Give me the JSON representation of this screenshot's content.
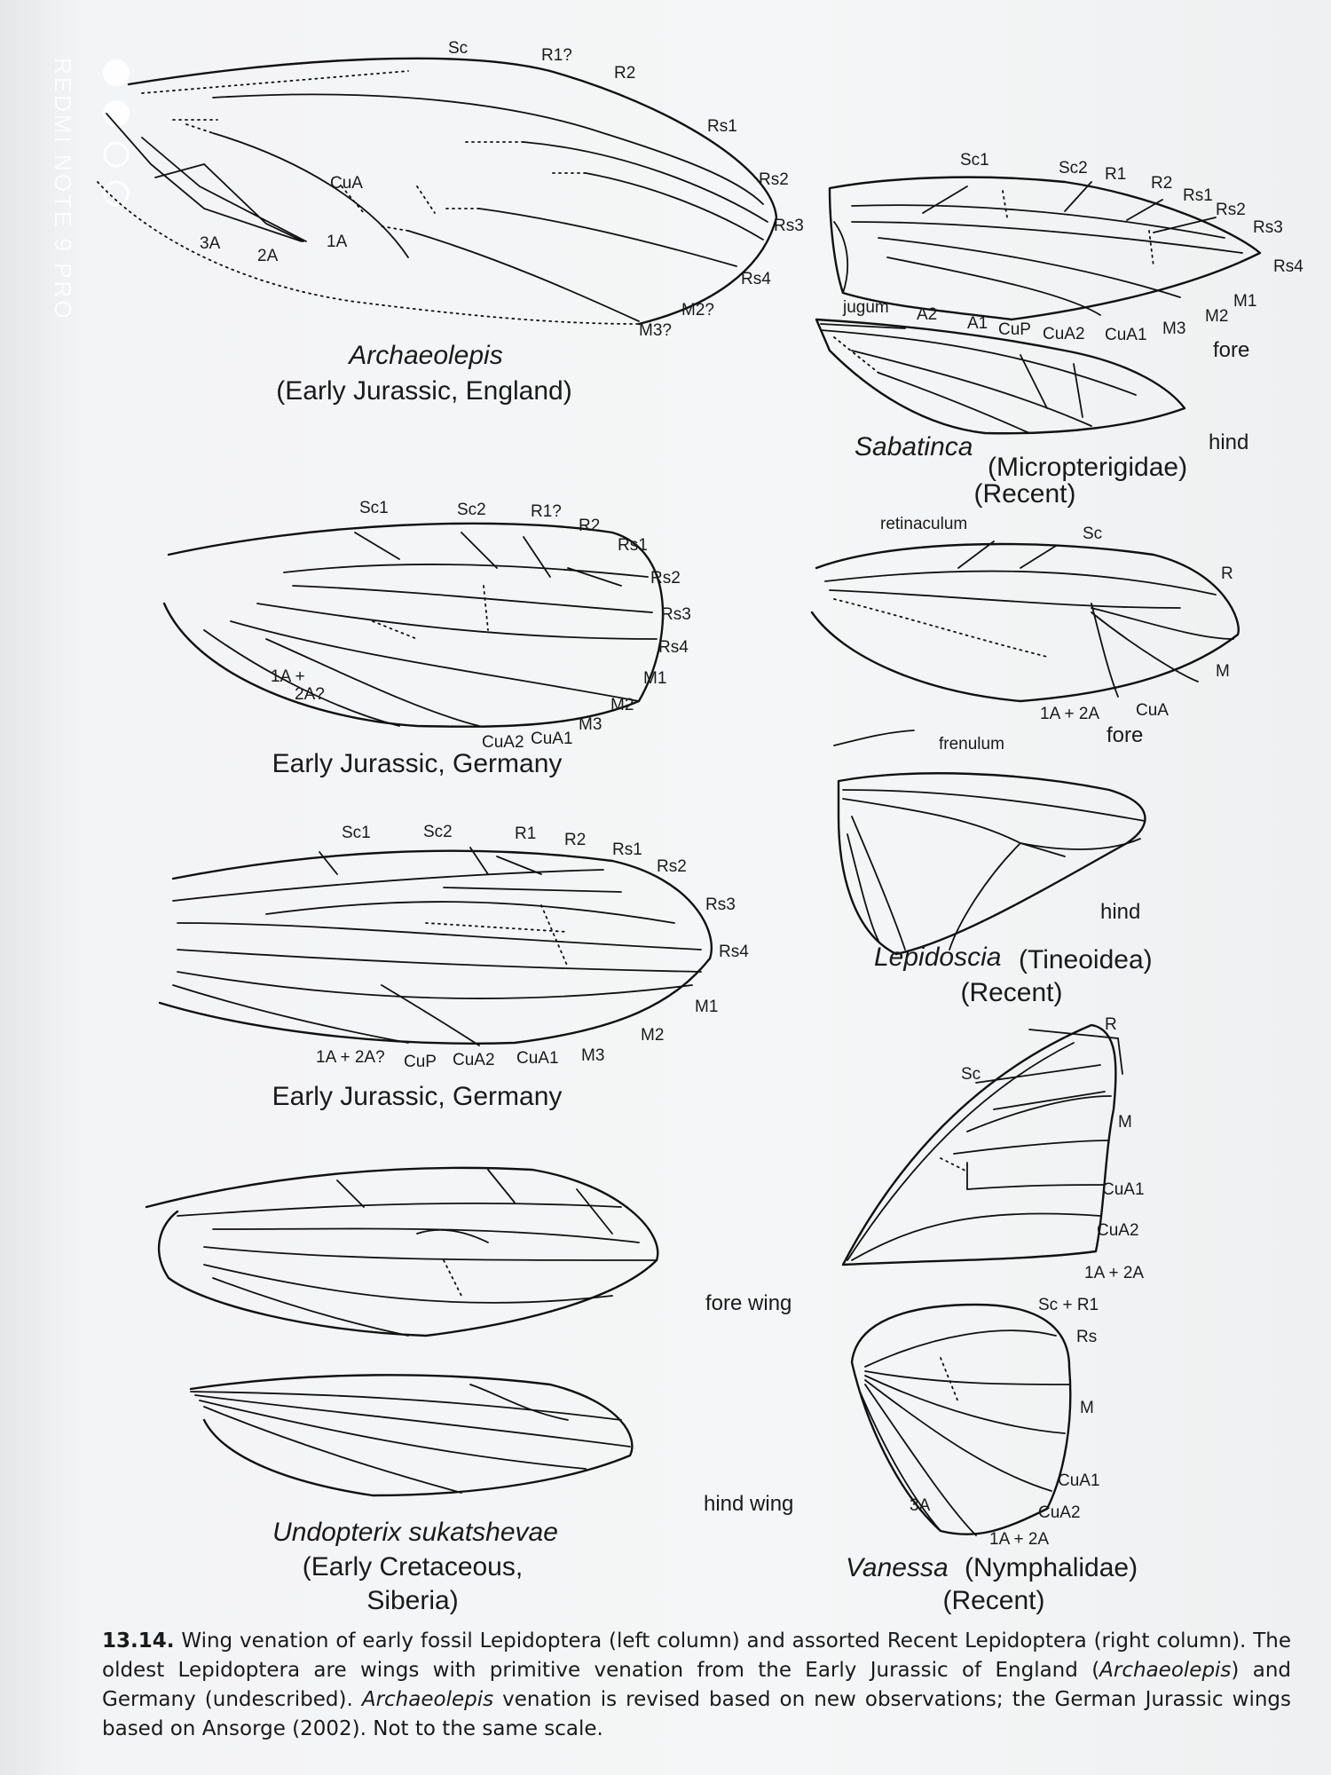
{
  "watermark": "REDMI NOTE 9 PRO",
  "wings": {
    "archaeolepis": {
      "labels": [
        "Sc",
        "R1?",
        "R2",
        "Rs1",
        "Rs2",
        "Rs3",
        "Rs4",
        "M2?",
        "M3?",
        "CuA",
        "1A",
        "2A",
        "3A"
      ],
      "title": "Archaeolepis",
      "subtitle": "(Early Jurassic, England)"
    },
    "sabatinca": {
      "labels": [
        "Sc1",
        "Sc2",
        "R1",
        "R2",
        "Rs1",
        "Rs2",
        "Rs3",
        "Rs4",
        "M1",
        "M2",
        "M3",
        "CuA1",
        "CuA2",
        "CuP",
        "A1",
        "A2",
        "jugum"
      ],
      "fore": "fore",
      "hind": "hind",
      "title": "Sabatinca",
      "title_rest": "(Micropterigidae)",
      "subtitle": "(Recent)"
    },
    "germany1": {
      "labels": [
        "Sc1",
        "Sc2",
        "R1?",
        "R2",
        "Rs1",
        "Rs2",
        "Rs3",
        "Rs4",
        "M1",
        "M2",
        "M3",
        "CuA1",
        "CuA2",
        "1A +",
        "2A?"
      ],
      "title": "Early Jurassic, Germany"
    },
    "lepidoscia": {
      "labels": [
        "retinaculum",
        "Sc",
        "R",
        "M",
        "CuA",
        "1A + 2A",
        "frenulum"
      ],
      "fore": "fore",
      "hind": "hind",
      "title": "Lepidoscia",
      "title_rest": "(Tineoidea)",
      "subtitle": "(Recent)"
    },
    "germany2": {
      "labels": [
        "Sc1",
        "Sc2",
        "R1",
        "R2",
        "Rs1",
        "Rs2",
        "Rs3",
        "Rs4",
        "M1",
        "M2",
        "M3",
        "CuA1",
        "CuA2",
        "CuP",
        "1A + 2A?"
      ],
      "title": "Early Jurassic, Germany"
    },
    "undopterix": {
      "fore_wing": "fore wing",
      "hind_wing": "hind wing",
      "title": "Undopterix sukatshevae",
      "subtitle1": "(Early Cretaceous,",
      "subtitle2": "Siberia)"
    },
    "vanessa": {
      "labels": [
        "R",
        "Sc",
        "M",
        "CuA1",
        "CuA2",
        "1A + 2A",
        "Sc + R1",
        "Rs",
        "M",
        "CuA1",
        "CuA2",
        "3A",
        "1A + 2A"
      ],
      "title": "Vanessa",
      "title_rest": "(Nymphalidae)",
      "subtitle": "(Recent)"
    }
  },
  "caption": {
    "number": "13.14.",
    "text_1": "Wing venation of early fossil Lepidoptera (left column) and assorted Recent Lepidoptera (right column). The oldest Lepidoptera are wings with primitive venation from the Early Jurassic of England (",
    "italic_1": "Archaeolepis",
    "text_2": ") and Germany (undescribed). ",
    "italic_2": "Archaeolepis",
    "text_3": " venation is revised based on new observations; the German Jurassic wings based on Ansorge (2002). Not to the same scale."
  }
}
